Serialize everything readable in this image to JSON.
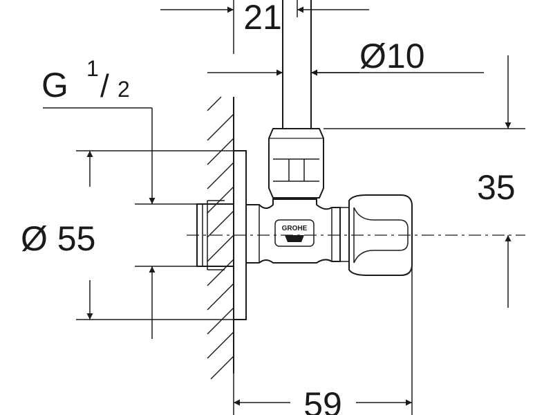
{
  "dimensions": {
    "top_width": "21",
    "pipe_diameter": "Ø10",
    "thread_g": "G",
    "thread_num": "1",
    "thread_slash": "/",
    "thread_den": "2",
    "flange_diameter": "Ø 55",
    "vertical_offset": "35",
    "overall_depth": "59"
  },
  "brand": {
    "logo_text": "GROHE"
  },
  "colors": {
    "line": "#1a1a1a",
    "background": "#ffffff"
  }
}
